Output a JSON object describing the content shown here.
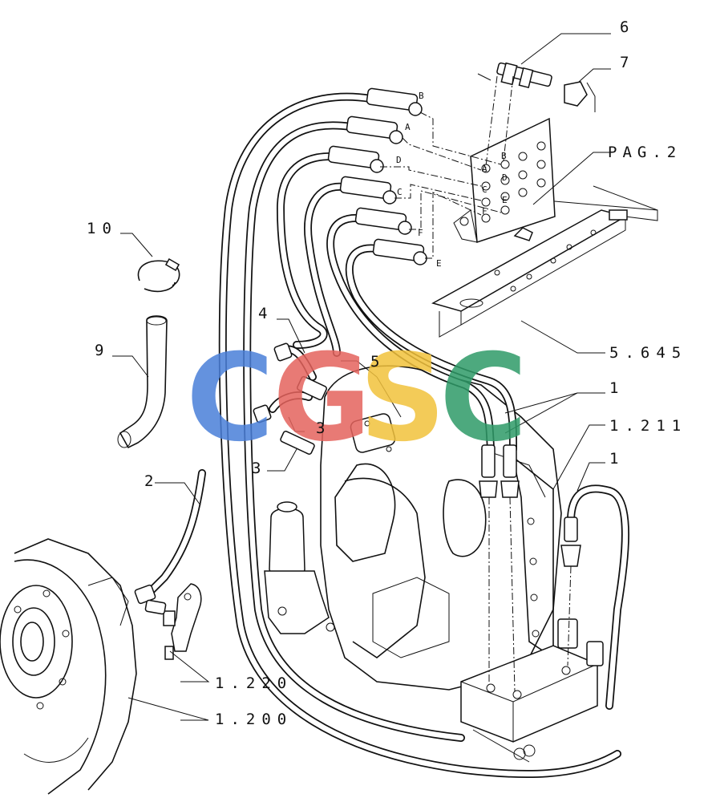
{
  "callouts": {
    "c6": "6",
    "c7": "7",
    "pag2": "PAG.2",
    "c10": "10",
    "c9": "9",
    "c4": "4",
    "c5": "5",
    "c3a": "3",
    "c3b": "3",
    "c2": "2",
    "c1a": "1",
    "c1b": "1",
    "c1_211": "1.211",
    "c1_220": "1.220",
    "c1_200": "1.200",
    "c5_645": "5.645"
  },
  "port_letters": {
    "hose_b": "B",
    "hose_a": "A",
    "hose_d": "D",
    "hose_c": "C",
    "hose_f": "F",
    "hose_e": "E",
    "plate_a": "A",
    "plate_b": "B",
    "plate_c": "C",
    "plate_d": "D",
    "plate_e": "E",
    "plate_f": "F"
  },
  "watermark": {
    "letters": [
      "C",
      "G",
      "S",
      "C"
    ],
    "colors": [
      "#4a7fd9",
      "#e5635d",
      "#f2c23c",
      "#2f9b68"
    ]
  }
}
